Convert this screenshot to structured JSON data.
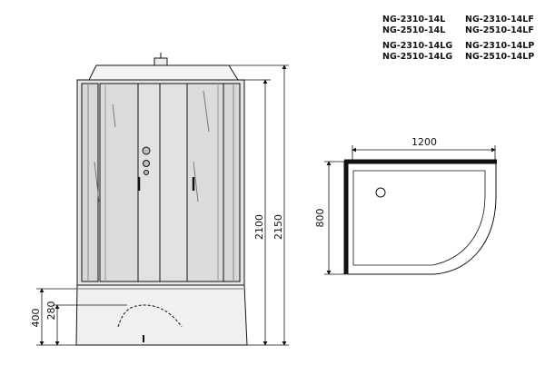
{
  "models": {
    "left_top": [
      "NG-2310-14L",
      "NG-2510-14L"
    ],
    "right_top": [
      "NG-2310-14LF",
      "NG-2510-14LF"
    ],
    "left_bottom": [
      "NG-2310-14LG",
      "NG-2510-14LG"
    ],
    "right_bottom": [
      "NG-2310-14LP",
      "NG-2510-14LP"
    ]
  },
  "front_view": {
    "dim_height_cabin": "2100",
    "dim_height_total": "2150",
    "dim_tray_height": "400",
    "dim_seat_height": "280"
  },
  "top_view": {
    "dim_width": "1200",
    "dim_depth": "800"
  },
  "colors": {
    "line": "#111111",
    "glass": "#dcdcdc",
    "frame": "#8a8a8a"
  }
}
